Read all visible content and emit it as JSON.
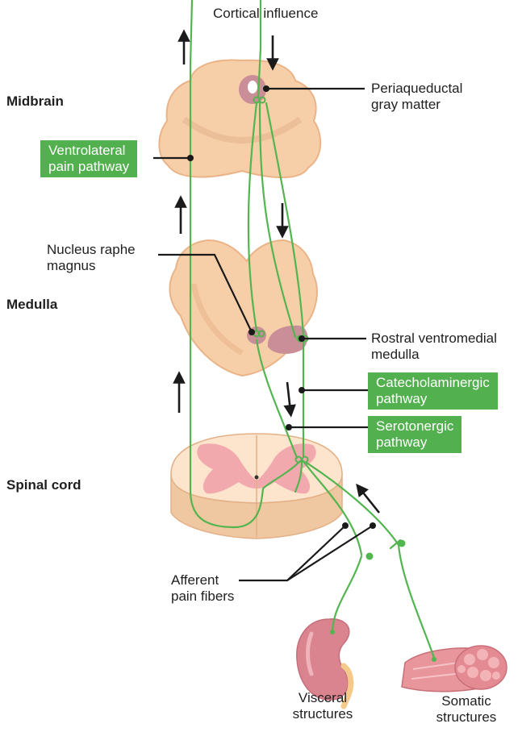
{
  "top_label": "Cortical influence",
  "levels": {
    "midbrain": "Midbrain",
    "medulla": "Medulla",
    "spinal_cord": "Spinal cord"
  },
  "callouts": {
    "periaqueductal": [
      "Periaqueductal",
      "gray matter"
    ],
    "raphe": [
      "Nucleus raphe",
      "magnus"
    ],
    "rostral": [
      "Rostral ventromedial",
      "medulla"
    ],
    "afferent": [
      "Afferent",
      "pain fibers"
    ],
    "visceral": [
      "Visceral",
      "structures"
    ],
    "somatic": [
      "Somatic",
      "structures"
    ]
  },
  "green_boxes": {
    "ventrolateral": [
      "Ventrolateral",
      "pain pathway"
    ],
    "catecholaminergic": [
      "Catecholaminergic",
      "pathway"
    ],
    "serotonergic": [
      "Serotonergic",
      "pathway"
    ]
  },
  "colors": {
    "tissue": "#f6cfa8",
    "tissue_edge": "#eab488",
    "gray_matter": "#f2a9ae",
    "nucleus": "#c98e97",
    "pathway": "#53b550",
    "label_box": "#52b04f"
  }
}
